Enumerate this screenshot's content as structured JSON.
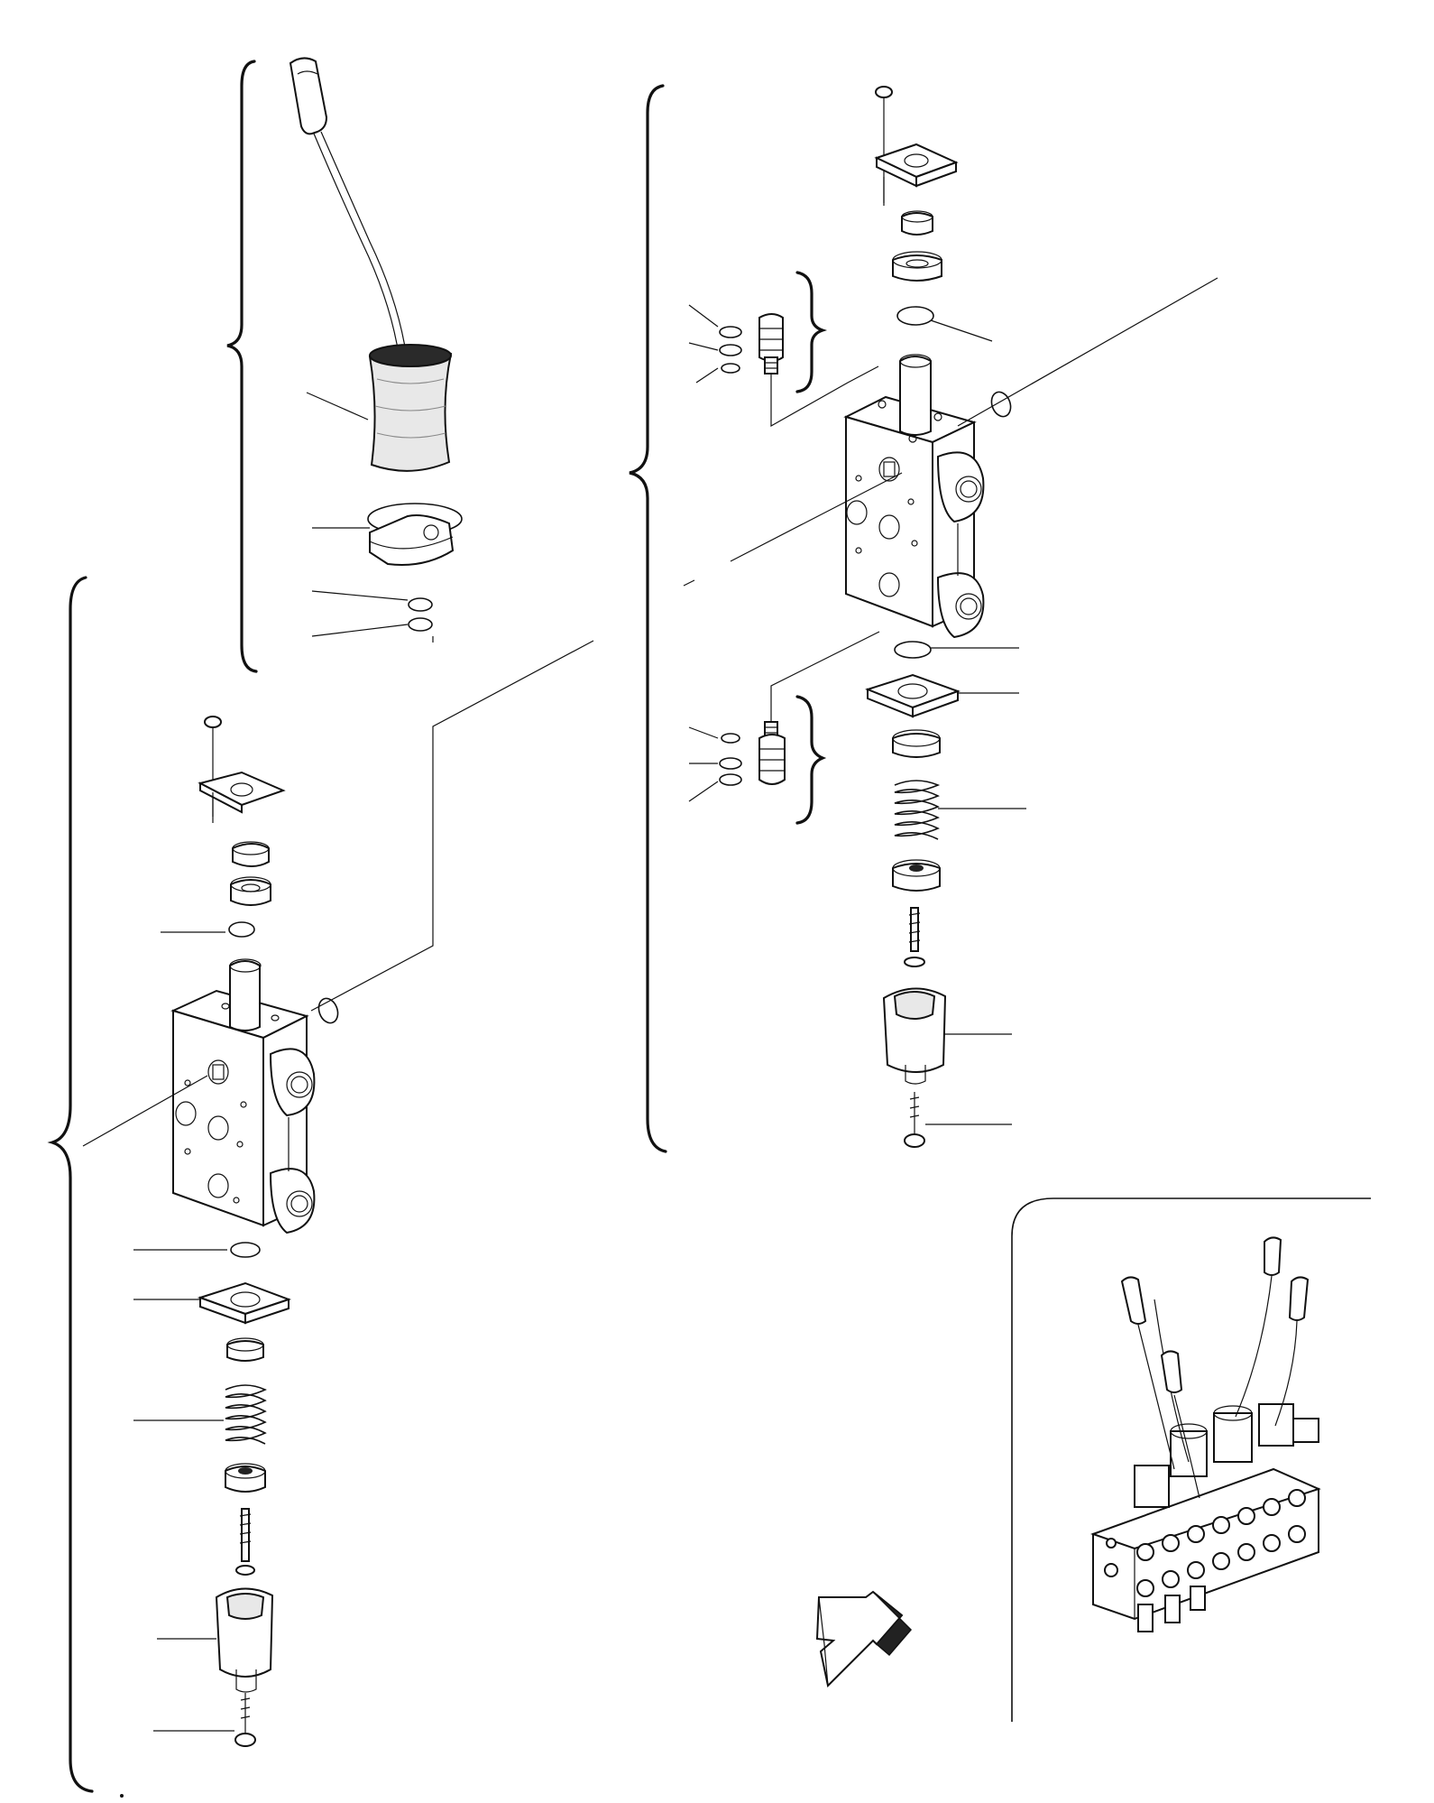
{
  "diagram": {
    "type": "exploded parts view (hydraulic control valve sections)",
    "assemblies": [
      {
        "name": "lever-handle-assembly"
      },
      {
        "name": "left-valve-section"
      },
      {
        "name": "right-valve-section"
      },
      {
        "name": "complete-valve-block-inset"
      }
    ]
  },
  "colors": {
    "line": "#111111",
    "background": "#ffffff",
    "shading": "#e8e8e8"
  }
}
